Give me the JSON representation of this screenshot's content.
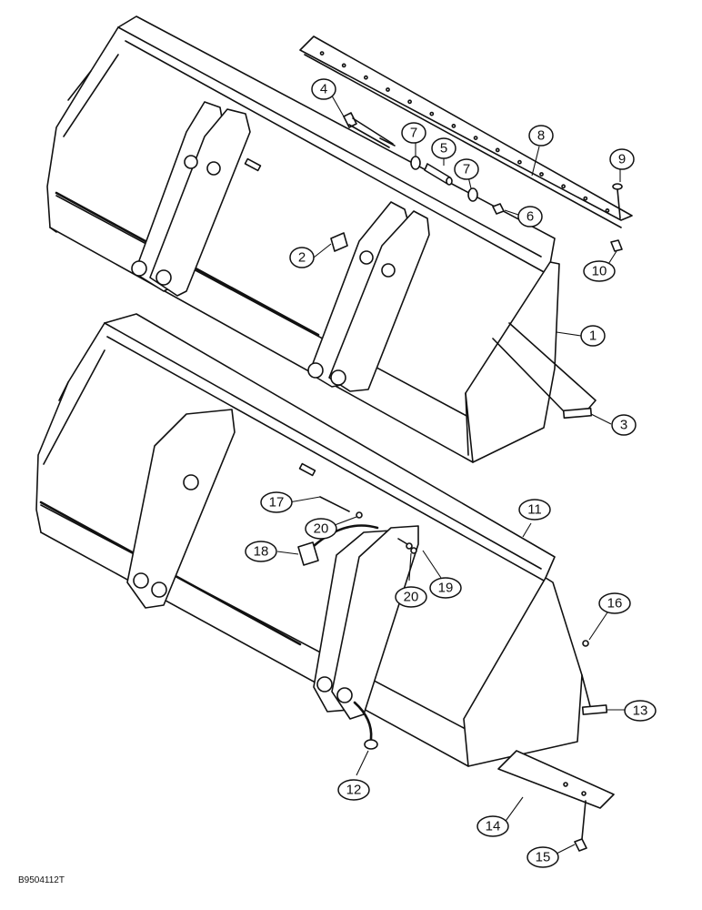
{
  "figure_id": "B9504112T",
  "callouts": [
    {
      "id": "c1",
      "label": "1"
    },
    {
      "id": "c2",
      "label": "2"
    },
    {
      "id": "c3",
      "label": "3"
    },
    {
      "id": "c4",
      "label": "4"
    },
    {
      "id": "c5",
      "label": "5"
    },
    {
      "id": "c6",
      "label": "6"
    },
    {
      "id": "c7a",
      "label": "7"
    },
    {
      "id": "c7b",
      "label": "7"
    },
    {
      "id": "c8",
      "label": "8"
    },
    {
      "id": "c9",
      "label": "9"
    },
    {
      "id": "c10",
      "label": "10"
    },
    {
      "id": "c11",
      "label": "11"
    },
    {
      "id": "c12",
      "label": "12"
    },
    {
      "id": "c13",
      "label": "13"
    },
    {
      "id": "c14",
      "label": "14"
    },
    {
      "id": "c15",
      "label": "15"
    },
    {
      "id": "c16",
      "label": "16"
    },
    {
      "id": "c17",
      "label": "17"
    },
    {
      "id": "c18",
      "label": "18"
    },
    {
      "id": "c19",
      "label": "19"
    },
    {
      "id": "c20a",
      "label": "20"
    },
    {
      "id": "c20b",
      "label": "20"
    }
  ]
}
